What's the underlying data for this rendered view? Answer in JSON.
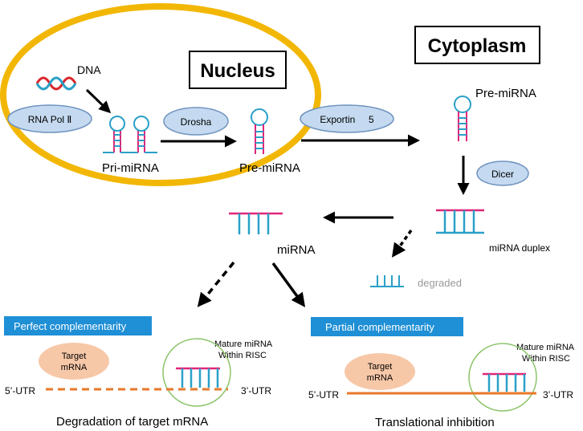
{
  "labels": {
    "nucleus": "Nucleus",
    "cytoplasm": "Cytoplasm",
    "dna": "DNA",
    "rna_pol": "RNA Pol Ⅱ",
    "drosha": "Drosha",
    "exportin": "Exportin     5",
    "dicer": "Dicer",
    "pri_mirna": "Pri-miRNA",
    "pre_mirna_nucleus": "Pre-miRNA",
    "pre_mirna_cytoplasm": "Pre-miRNA",
    "mirna": "miRNA",
    "mirna_duplex": "miRNA duplex",
    "degraded": "degraded",
    "perfect": "Perfect complementarity",
    "partial": "Partial complementarity",
    "target_mrna_line1": "Target",
    "target_mrna_line2": "mRNA",
    "mature_line1": "Mature miRNA",
    "mature_line2": "Within RISC",
    "utr5": "5’-UTR",
    "utr3": "3’-UTR",
    "degradation_caption": "Degradation of target mRNA",
    "translational_caption": "Translational inhibition"
  },
  "colors": {
    "nucleus_ring": "#f2b705",
    "enzyme_fill": "#c5daf0",
    "enzyme_stroke": "#6f93bf",
    "banner": "#1f8fd6",
    "target_fill": "#f7c8a8",
    "mrna_line": "#e8782a",
    "risc_circle": "#8cc56b",
    "strand_blue": "#2aa0c8",
    "strand_pink": "#e0267a",
    "degraded_text": "#999999"
  }
}
